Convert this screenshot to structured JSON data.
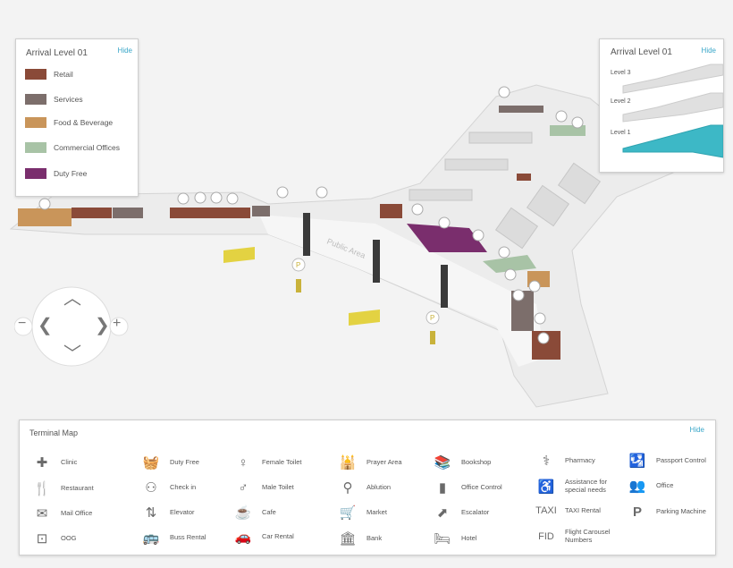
{
  "legend": {
    "title": "Arrival Level 01",
    "hide": "Hide",
    "items": [
      {
        "label": "Retail",
        "color": "#8a4a38"
      },
      {
        "label": "Services",
        "color": "#7c6e6b"
      },
      {
        "label": "Food & Beverage",
        "color": "#c9955a"
      },
      {
        "label": "Commercial Offices",
        "color": "#a8c3a6"
      },
      {
        "label": "Duty Free",
        "color": "#7a2e6d"
      }
    ]
  },
  "levels": {
    "title": "Arrival Level 01",
    "hide": "Hide",
    "items": [
      "Level 3",
      "Level 2",
      "Level 1"
    ],
    "active_color": "#3db8c6"
  },
  "map": {
    "public_area": "Public Area",
    "accent_yellow": "#e3d242"
  },
  "terminal": {
    "title": "Terminal Map",
    "hide": "Hide",
    "items": [
      {
        "label": "Clinic",
        "icon": "clinic-icon",
        "glyph": "✚"
      },
      {
        "label": "Restaurant",
        "icon": "restaurant-icon",
        "glyph": "🍴"
      },
      {
        "label": "Mail Office",
        "icon": "mail-icon",
        "glyph": "✉"
      },
      {
        "label": "OOG",
        "icon": "oog-icon",
        "glyph": "⊡"
      },
      {
        "label": "Duty Free",
        "icon": "duty-free-icon",
        "glyph": "🧺"
      },
      {
        "label": "Check in",
        "icon": "check-in-icon",
        "glyph": "⚇"
      },
      {
        "label": "Elevator",
        "icon": "elevator-icon",
        "glyph": "⇅"
      },
      {
        "label": "Buss Rental",
        "icon": "bus-icon",
        "glyph": "🚌"
      },
      {
        "label": "Female Toilet",
        "icon": "female-toilet-icon",
        "glyph": "♀"
      },
      {
        "label": "Male Toilet",
        "icon": "male-toilet-icon",
        "glyph": "♂"
      },
      {
        "label": "Cafe",
        "icon": "cafe-icon",
        "glyph": "☕"
      },
      {
        "label": "Car Rental",
        "icon": "car-icon",
        "glyph": "🚗"
      },
      {
        "label": "Prayer Area",
        "icon": "prayer-icon",
        "glyph": "🕌"
      },
      {
        "label": "Ablution",
        "icon": "ablution-icon",
        "glyph": "⚲"
      },
      {
        "label": "Market",
        "icon": "market-icon",
        "glyph": "🛒"
      },
      {
        "label": "Bank",
        "icon": "bank-icon",
        "glyph": "🏛"
      },
      {
        "label": "Bookshop",
        "icon": "bookshop-icon",
        "glyph": "📚"
      },
      {
        "label": "Office Control",
        "icon": "office-control-icon",
        "glyph": "▮"
      },
      {
        "label": "Escalator",
        "icon": "escalator-icon",
        "glyph": "⬈"
      },
      {
        "label": "Hotel",
        "icon": "hotel-icon",
        "glyph": "🛏"
      },
      {
        "label": "Pharmacy",
        "icon": "pharmacy-icon",
        "glyph": "⚕"
      },
      {
        "label": "Assistance for\nspecial needs",
        "icon": "wheelchair-icon",
        "glyph": "♿"
      },
      {
        "label": "TAXI Rental",
        "icon": "taxi-icon",
        "glyph": "TAXI"
      },
      {
        "label": "Flight Carousel\nNumbers",
        "icon": "fid-icon",
        "glyph": "FID"
      },
      {
        "label": "Passport Control",
        "icon": "passport-icon",
        "glyph": "🛂"
      },
      {
        "label": "Office",
        "icon": "office-icon",
        "glyph": "👥"
      },
      {
        "label": "Parking Machine",
        "icon": "parking-icon",
        "glyph": "P"
      }
    ]
  }
}
